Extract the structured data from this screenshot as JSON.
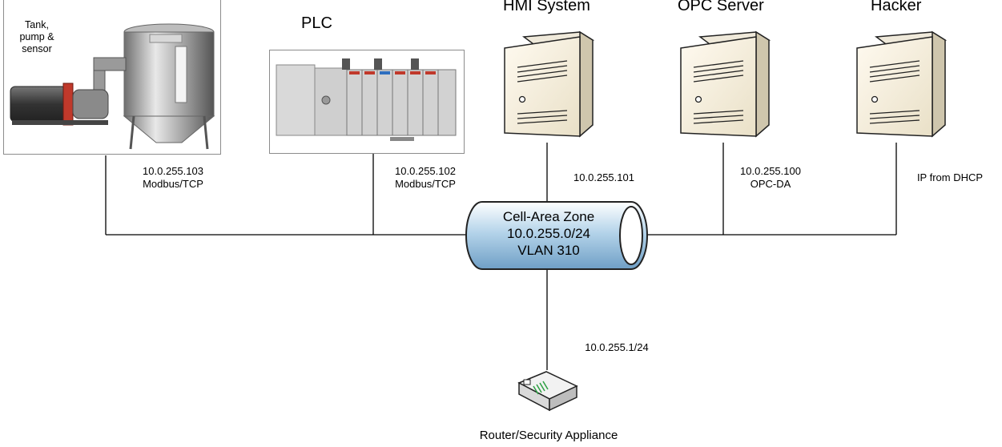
{
  "nodes": {
    "tank": {
      "title_lines": [
        "Tank,",
        "pump &",
        "sensor"
      ],
      "ip": "10.0.255.103",
      "protocol": "Modbus/TCP"
    },
    "plc": {
      "title": "PLC",
      "ip": "10.0.255.102",
      "protocol": "Modbus/TCP"
    },
    "hmi": {
      "title": "HMI System",
      "ip": "10.0.255.101"
    },
    "opc": {
      "title": "OPC Server",
      "ip": "10.0.255.100",
      "protocol": "OPC-DA"
    },
    "hacker": {
      "title": "Hacker",
      "ip": "IP from DHCP"
    },
    "router": {
      "title": "Router/Security Appliance",
      "ip": "10.0.255.1/24"
    }
  },
  "zone": {
    "lines": [
      "Cell-Area Zone",
      "10.0.255.0/24",
      "VLAN 310"
    ]
  },
  "icons": [
    "tank-pump-image",
    "plc-rack-image",
    "server-icon",
    "router-icon",
    "network-tube-icon"
  ]
}
